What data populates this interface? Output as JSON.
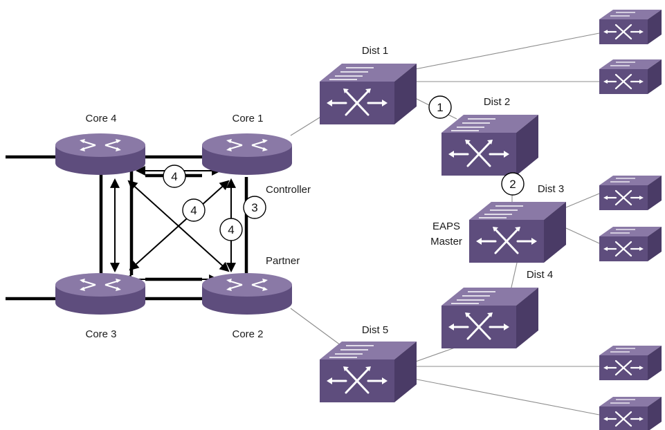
{
  "top_note": "........",
  "nodes": {
    "core1": "Core 1",
    "core2": "Core 2",
    "core3": "Core 3",
    "core4": "Core 4",
    "dist1": "Dist 1",
    "dist2": "Dist 2",
    "dist3": "Dist 3",
    "dist4": "Dist 4",
    "dist5": "Dist 5"
  },
  "roles": {
    "controller": "Controller",
    "partner": "Partner",
    "eaps_line1": "EAPS",
    "eaps_line2": "Master"
  },
  "markers": {
    "m1": "1",
    "m2": "2",
    "m3": "3",
    "m4a": "4",
    "m4b": "4",
    "m4c": "4"
  },
  "colors": {
    "device_top": "#8a79a6",
    "device_front": "#5e4d7d",
    "device_side": "#4a3b66",
    "arrow_glyph": "#ffffff"
  }
}
